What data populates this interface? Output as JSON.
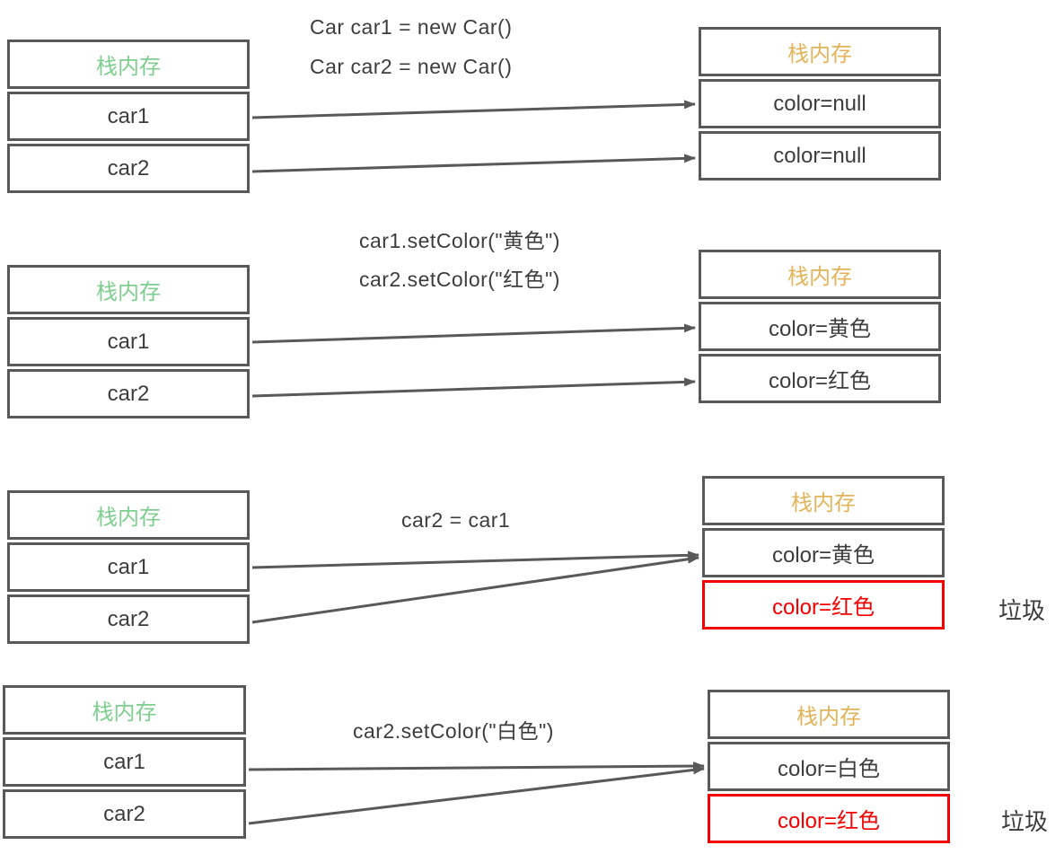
{
  "colors": {
    "box_border": "#595959",
    "arrow": "#595959",
    "text": "#3d3d3d",
    "stack_title": "#7FCE90",
    "heap_title": "#E2B45A",
    "garbage": "#F40000"
  },
  "sections": [
    {
      "code_lines": [
        "Car car1 = new Car()",
        "Car car2 = new Car()"
      ],
      "stack": {
        "title": "栈内存",
        "cells": [
          "car1",
          "car2"
        ]
      },
      "heap": {
        "title": "栈内存",
        "cells": [
          "color=null",
          "color=null"
        ]
      }
    },
    {
      "code_lines": [
        "car1.setColor(\"黄色\")",
        "car2.setColor(\"红色\")"
      ],
      "stack": {
        "title": "栈内存",
        "cells": [
          "car1",
          "car2"
        ]
      },
      "heap": {
        "title": "栈内存",
        "cells": [
          "color=黄色",
          "color=红色"
        ]
      }
    },
    {
      "code_lines": [
        "car2 = car1"
      ],
      "stack": {
        "title": "栈内存",
        "cells": [
          "car1",
          "car2"
        ]
      },
      "heap": {
        "title": "栈内存",
        "cells": [
          "color=黄色",
          "color=红色"
        ]
      },
      "garbage_label": "垃圾"
    },
    {
      "code_lines": [
        "car2.setColor(\"白色\")"
      ],
      "stack": {
        "title": "栈内存",
        "cells": [
          "car1",
          "car2"
        ]
      },
      "heap": {
        "title": "栈内存",
        "cells": [
          "color=白色",
          "color=红色"
        ]
      },
      "garbage_label": "垃圾"
    }
  ]
}
